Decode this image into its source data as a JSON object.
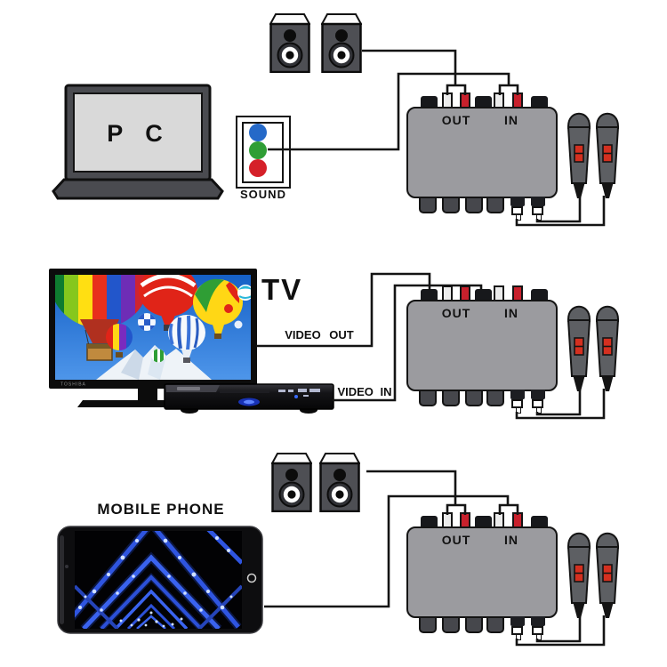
{
  "pc_section": {
    "pc_label": "P C",
    "sound_label": "SOUND"
  },
  "tv_section": {
    "tv_label": "TV",
    "video_out_label": "VIDEO OUT",
    "video_in_label": "VIDEO IN",
    "tv_brand": "TOSHIBA"
  },
  "phone_section": {
    "phone_label": "MOBILE PHONE"
  },
  "mixers": [
    {
      "out_label": "OUT",
      "in_label": "IN"
    },
    {
      "out_label": "OUT",
      "in_label": "IN"
    },
    {
      "out_label": "OUT",
      "in_label": "IN"
    }
  ],
  "colors": {
    "mixer_body": "#9b9b9f",
    "rca_red": "#c8202c",
    "rca_white": "#ececec",
    "wire": "#141414",
    "sound_blue": "#2569c8",
    "sound_green": "#2f9e35",
    "sound_red": "#d52029",
    "mic_body": "#5d5f63",
    "mic_switch": "#d43020",
    "led_blue": "#2b55e8"
  }
}
